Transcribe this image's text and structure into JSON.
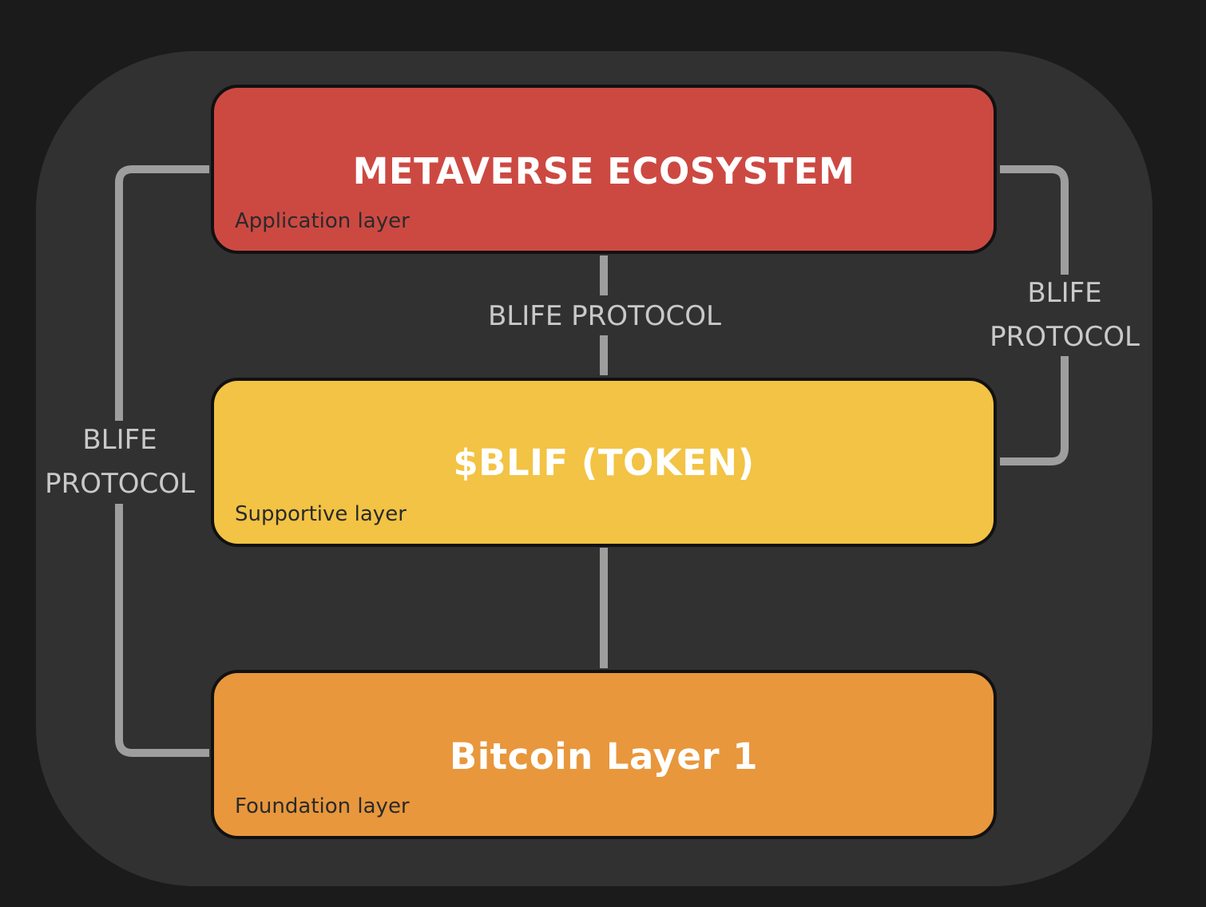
{
  "colors": {
    "background": "#1b1b1b",
    "panel": "#313131",
    "connector": "#9e9e9e",
    "application_layer": "#cc4942",
    "supportive_layer": "#f2c344",
    "foundation_layer": "#e8973c",
    "label_text": "#c9c9c9"
  },
  "layers": [
    {
      "title": "METAVERSE ECOSYSTEM",
      "subtitle": "Application layer"
    },
    {
      "title": "$BLIF (TOKEN)",
      "subtitle": "Supportive layer"
    },
    {
      "title": "Bitcoin Layer 1",
      "subtitle": "Foundation layer"
    }
  ],
  "connectors": {
    "center_label": "BLIFE PROTOCOL",
    "right_label": {
      "line1": "BLIFE",
      "line2": "PROTOCOL"
    },
    "left_label": {
      "line1": "BLIFE",
      "line2": "PROTOCOL"
    }
  }
}
